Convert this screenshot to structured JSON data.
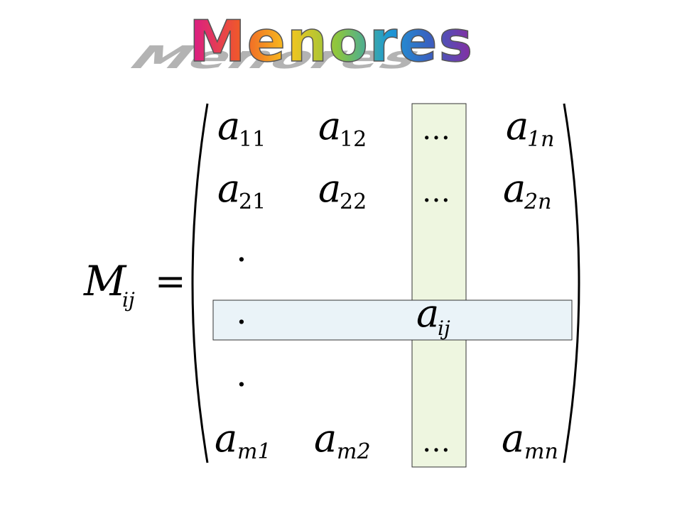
{
  "title": {
    "text": "Menores",
    "letters": [
      "M",
      "e",
      "n",
      "o",
      "r",
      "e",
      "s"
    ],
    "colors": [
      "#d8188c",
      "#f05a28",
      "#f7c51e",
      "#8cc63f",
      "#1b9ad6",
      "#3b5fc0",
      "#8a2ba0"
    ]
  },
  "lhs": {
    "base": "M",
    "sub": "ij",
    "equals": "="
  },
  "matrix": {
    "row1": [
      {
        "base": "a",
        "sub": "11"
      },
      {
        "base": "a",
        "sub": "12"
      },
      {
        "text": "…"
      },
      {
        "base": "a",
        "sub": "1n"
      }
    ],
    "row2": [
      {
        "base": "a",
        "sub": "21"
      },
      {
        "base": "a",
        "sub": "22"
      },
      {
        "text": "…"
      },
      {
        "base": "a",
        "sub": "2n"
      }
    ],
    "dots": [
      ".",
      ".",
      "."
    ],
    "pivot": {
      "base": "a",
      "sub": "ij"
    },
    "rowm": [
      {
        "base": "a",
        "sub": "m1"
      },
      {
        "base": "a",
        "sub": "m2"
      },
      {
        "text": "…"
      },
      {
        "base": "a",
        "sub": "mn"
      }
    ]
  },
  "highlight": {
    "column_color": "#eef6e0",
    "row_color": "#eaf3f8"
  }
}
